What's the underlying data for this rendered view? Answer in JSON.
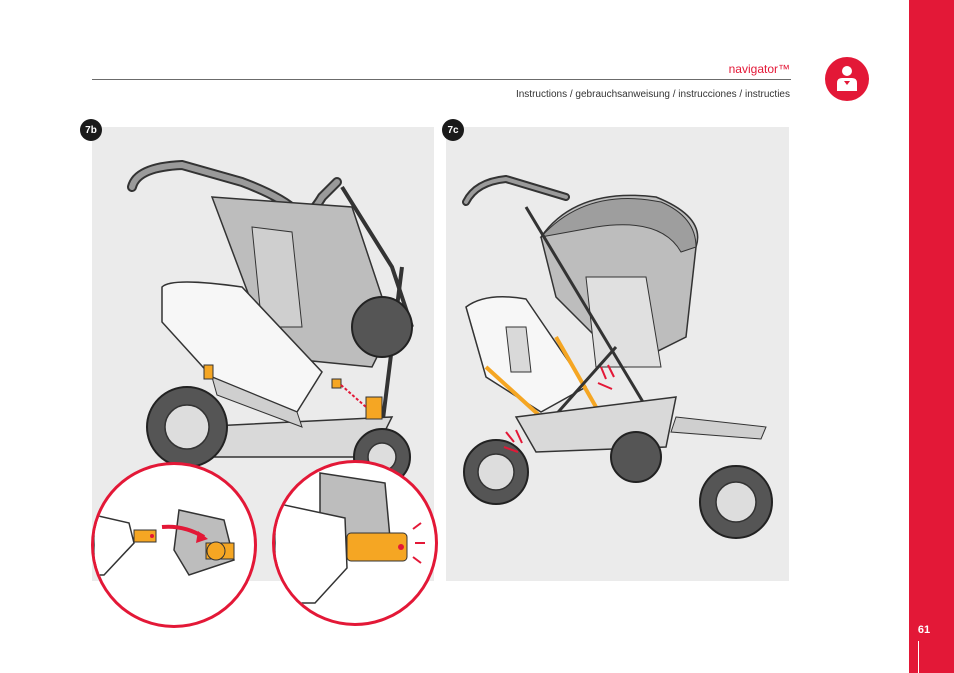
{
  "header": {
    "brand": "navigator™",
    "subtitle": "Instructions / gebrauchsanweisung / instrucciones / instructies"
  },
  "steps": [
    {
      "label": "7b"
    },
    {
      "label": "7c"
    }
  ],
  "footer": {
    "page_number": "61"
  },
  "colors": {
    "accent": "#e31837",
    "panel_bg": "#ebebeb",
    "highlight": "#f5a623"
  },
  "icons": {
    "header_badge": "user-icon"
  }
}
